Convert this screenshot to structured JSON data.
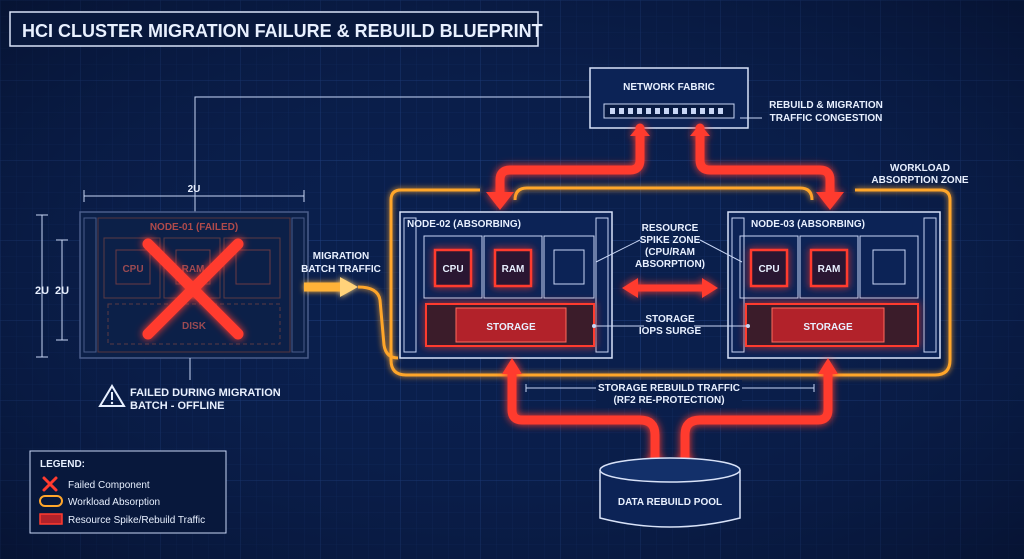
{
  "title": "HCI CLUSTER MIGRATION FAILURE & REBUILD BLUEPRINT",
  "network_fabric": {
    "label": "NETWORK FABRIC",
    "congestion_line1": "REBUILD & MIGRATION",
    "congestion_line2": "TRAFFIC CONGESTION"
  },
  "absorption_zone": {
    "line1": "WORKLOAD",
    "line2": "ABSORPTION ZONE"
  },
  "node1": {
    "dim_width": "2U",
    "dim_height_outer": "2U",
    "dim_height_inner": "2U",
    "label": "NODE-01 (FAILED)",
    "cpu": "CPU",
    "ram": "RAM",
    "disk": "DISK",
    "warning_line1": "FAILED DURING MIGRATION",
    "warning_line2": "BATCH - OFFLINE"
  },
  "migration": {
    "line1": "MIGRATION",
    "line2": "BATCH TRAFFIC"
  },
  "node2": {
    "label": "NODE-02 (ABSORBING)",
    "cpu": "CPU",
    "ram": "RAM",
    "storage": "STORAGE"
  },
  "node3": {
    "label": "NODE-03 (ABSORBING)",
    "cpu": "CPU",
    "ram": "RAM",
    "storage": "STORAGE"
  },
  "resource_spike": {
    "line1": "RESOURCE",
    "line2": "SPIKE ZONE",
    "line3": "(CPU/RAM",
    "line4": "ABSORPTION)"
  },
  "storage_surge": {
    "line1": "STORAGE",
    "line2": "IOPS SURGE"
  },
  "rebuild_traffic": {
    "line1": "STORAGE REBUILD TRAFFIC",
    "line2": "(RF2 RE-PROTECTION)"
  },
  "pool": {
    "label": "DATA REBUILD POOL"
  },
  "legend": {
    "title": "LEGEND:",
    "failed": "Failed Component",
    "workload": "Workload Absorption",
    "spike": "Resource Spike/Rebuild Traffic"
  },
  "colors": {
    "background": "#0a1e4a",
    "grid": "#1a3a78",
    "red_glow": "#ff3b2f",
    "orange_glow": "#ffa62b",
    "text": "#e8f0ff"
  }
}
